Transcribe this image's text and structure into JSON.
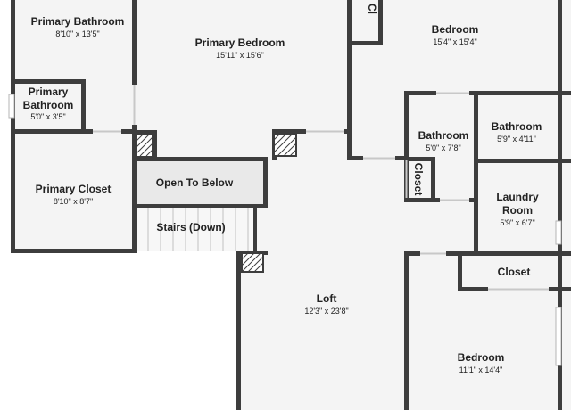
{
  "rooms": {
    "primary_bathroom_main": {
      "name": "Primary Bathroom",
      "dims": "8'10\" x 13'5\""
    },
    "primary_bedroom": {
      "name": "Primary Bedroom",
      "dims": "15'11\" x 15'6\""
    },
    "closet_top_cut": {
      "name": "Cl"
    },
    "bedroom_top_right": {
      "name": "Bedroom",
      "dims": "15'4\" x 15'4\""
    },
    "primary_bathroom_small": {
      "name_line1": "Primary",
      "name_line2": "Bathroom",
      "dims": "5'0\" x 3'5\""
    },
    "bathroom_center": {
      "name": "Bathroom",
      "dims": "5'0\" x 7'8\""
    },
    "bathroom_right": {
      "name": "Bathroom",
      "dims": "5'9\" x 4'11\""
    },
    "closet_vertical": {
      "name": "Closet"
    },
    "primary_closet": {
      "name": "Primary Closet",
      "dims": "8'10\" x 8'7\""
    },
    "open_to_below": {
      "name": "Open To Below"
    },
    "stairs": {
      "name": "Stairs (Down)"
    },
    "laundry_room": {
      "name_line1": "Laundry",
      "name_line2": "Room",
      "dims": "5'9\" x 6'7\""
    },
    "closet_right": {
      "name": "Closet"
    },
    "loft": {
      "name": "Loft",
      "dims": "12'3\" x 23'8\""
    },
    "bedroom_bottom_right": {
      "name": "Bedroom",
      "dims": "11'1\" x 14'4\""
    }
  }
}
